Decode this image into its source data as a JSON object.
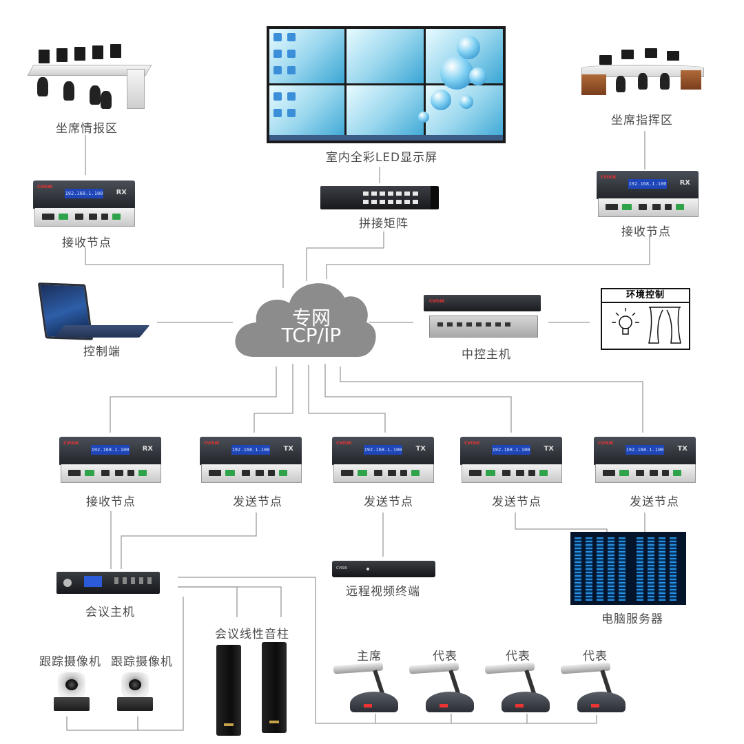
{
  "labels": {
    "seat_intel": "坐席情报区",
    "seat_command": "坐席指挥区",
    "led_wall": "室内全彩LED显示屏",
    "splice_matrix": "拼接矩阵",
    "rx_left": "接收节点",
    "rx_right": "接收节点",
    "control_terminal": "控制端",
    "network_line1": "专网",
    "network_line2": "TCP/IP",
    "central_host": "中控主机",
    "env_control": "环境控制",
    "node1": "接收节点",
    "node2": "发送节点",
    "node3": "发送节点",
    "node4": "发送节点",
    "node5": "发送节点",
    "remote_terminal": "远程视频终端",
    "server": "电脑服务器",
    "conf_host": "会议主机",
    "line_speaker": "会议线性音柱",
    "camera1": "跟踪摄像机",
    "camera2": "跟踪摄像机",
    "mic_chair": "主席",
    "mic_rep1": "代表",
    "mic_rep2": "代表",
    "mic_rep3": "代表"
  },
  "device": {
    "brand": "CVISIK",
    "ip": "192.168.1.100",
    "rx_tag": "RX",
    "tx_tag": "TX"
  },
  "colors": {
    "cloud": "#8c8c8c",
    "line": "#9a9a9a",
    "lcd": "#1e46b8"
  }
}
